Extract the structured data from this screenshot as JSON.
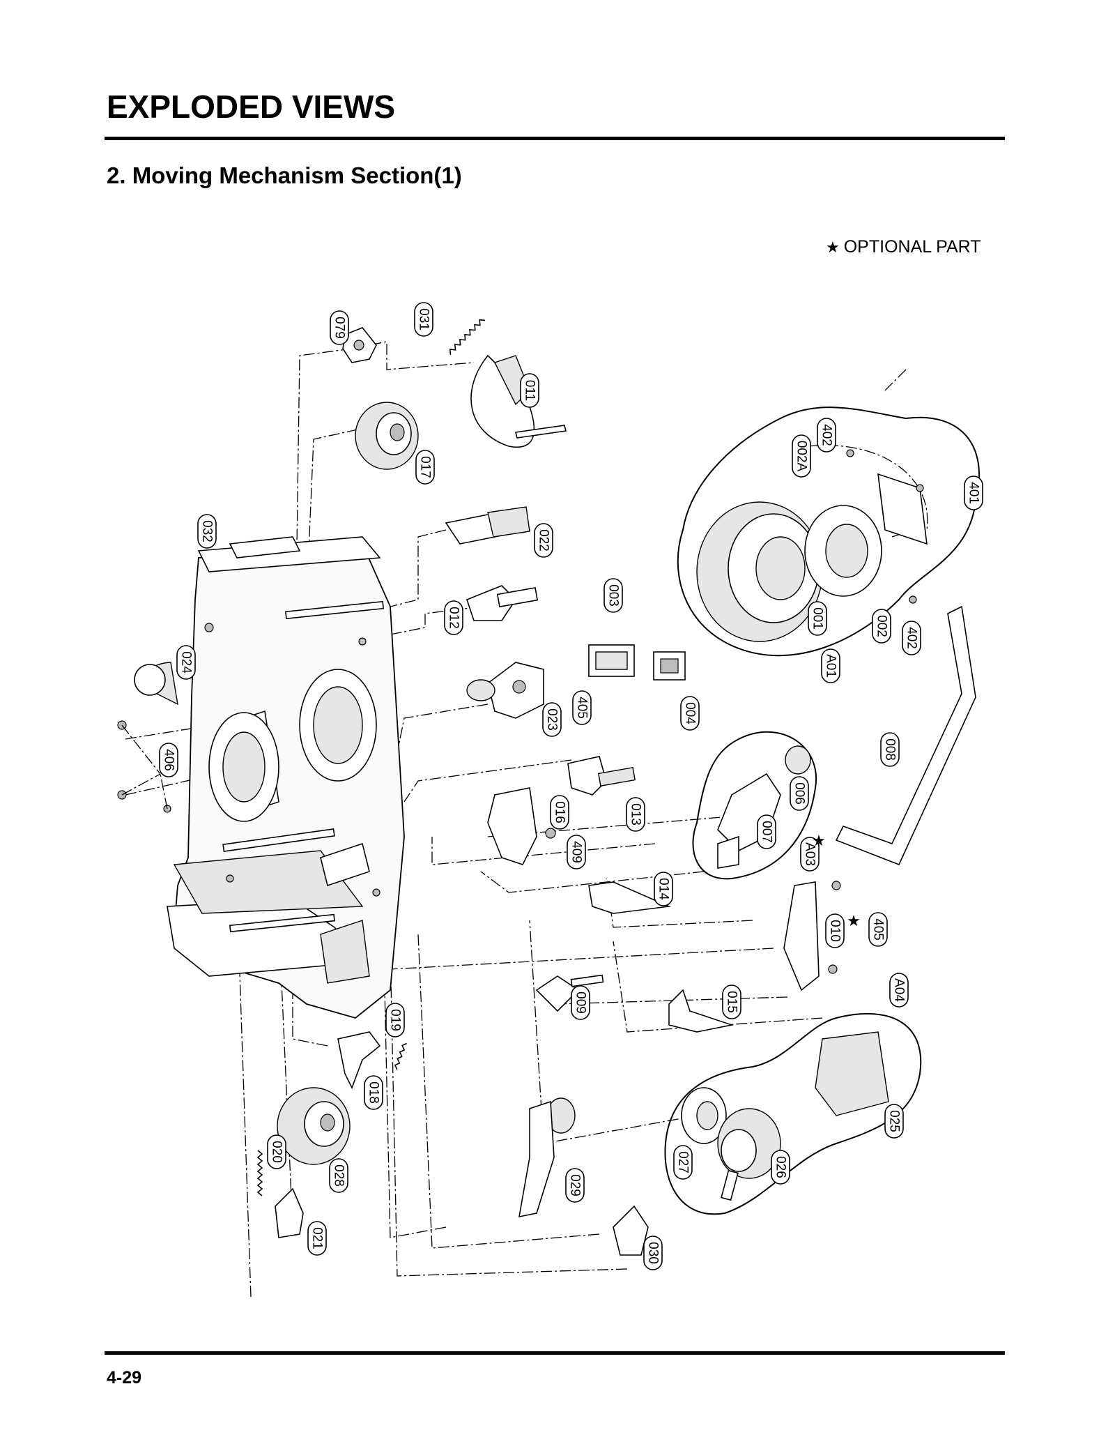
{
  "page": {
    "title": "EXPLODED VIEWS",
    "section_title": "2. Moving Mechanism Section(1)",
    "legend": {
      "symbol": "★",
      "label": "OPTIONAL PART"
    },
    "page_number": "4-29"
  },
  "diagram": {
    "callouts": {
      "c079": "079",
      "c031": "031",
      "c011": "011",
      "c017": "017",
      "c032": "032",
      "c022": "022",
      "c012": "012",
      "c003": "003",
      "c024": "024",
      "c023": "023",
      "c405a": "405",
      "c004": "004",
      "c406": "406",
      "c016": "016",
      "c013": "013",
      "c409": "409",
      "c014": "014",
      "c009": "009",
      "c015": "015",
      "c019": "019",
      "c018": "018",
      "c020": "020",
      "c028": "028",
      "c021": "021",
      "c029": "029",
      "c030": "030",
      "c402a": "402",
      "c002a": "002A",
      "c401": "401",
      "c001": "001",
      "c002": "002",
      "c402b": "402",
      "cA01": "A01",
      "c008": "008",
      "c006": "006",
      "c007": "007",
      "cA03": "A03",
      "c405b": "405",
      "c010": "010",
      "cA04": "A04",
      "c025": "025",
      "c027": "027",
      "c026": "026"
    },
    "optional_marker": "★"
  }
}
